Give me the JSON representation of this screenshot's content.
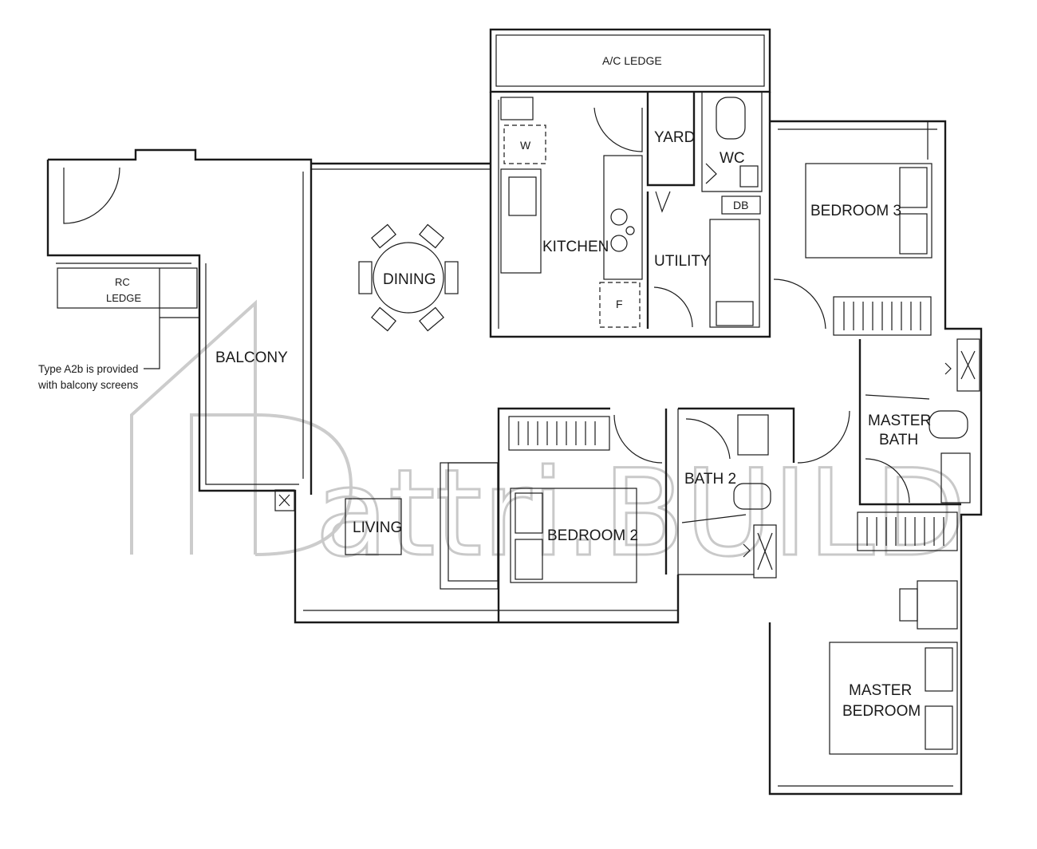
{
  "rooms": {
    "ac_ledge": "A/C LEDGE",
    "yard": "YARD",
    "wc": "WC",
    "db": "DB",
    "kitchen": "KITCHEN",
    "utility": "UTILITY",
    "bedroom3": "BEDROOM 3",
    "dining": "DINING",
    "rc_ledge_line1": "RC",
    "rc_ledge_line2": "LEDGE",
    "balcony": "BALCONY",
    "living": "LIVING",
    "bedroom2": "BEDROOM 2",
    "bath2": "BATH 2",
    "master_bath_line1": "MASTER",
    "master_bath_line2": "BATH",
    "master_bedroom_line1": "MASTER",
    "master_bedroom_line2": "BEDROOM"
  },
  "appliances": {
    "washer": "W",
    "fridge": "F"
  },
  "note": {
    "line1": "Type A2b is provided",
    "line2": "with balcony screens"
  },
  "watermark": "attri.BUILD"
}
